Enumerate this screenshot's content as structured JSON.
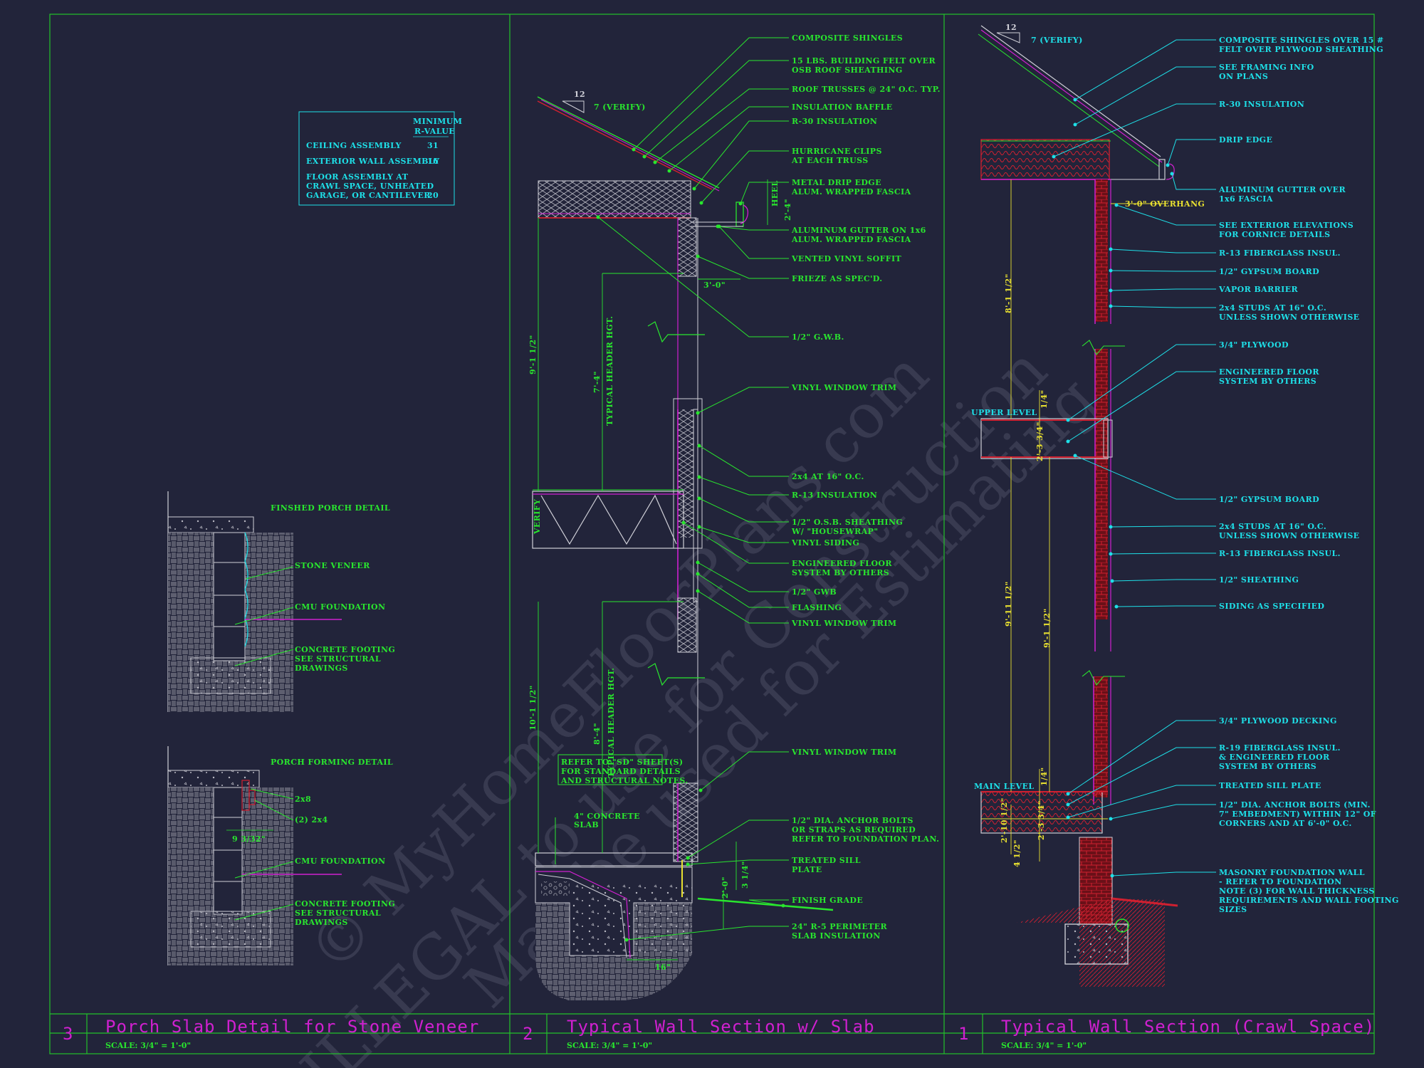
{
  "colors": {
    "background": "#22243a",
    "frame": "#22c22a",
    "green_text": "#29e62e",
    "cyan_text": "#1ee0e8",
    "magenta": "#d020d0",
    "red": "#d02030",
    "yellow": "#e8e030",
    "white": "#c8c8c8",
    "watermark": "#4a4c62"
  },
  "panels": [
    {
      "number": "3",
      "title": "Porch Slab Detail for Stone Veneer",
      "scale": "SCALE: 3/4\" = 1'-0\""
    },
    {
      "number": "2",
      "title": "Typical Wall Section w/ Slab",
      "scale": "SCALE: 3/4\" = 1'-0\""
    },
    {
      "number": "1",
      "title": "Typical Wall Section (Crawl Space)",
      "scale": "SCALE: 3/4\" = 1'-0\""
    }
  ],
  "rvalue_table": {
    "header_line1": "MINIMUM",
    "header_line2": "R-VALUE",
    "rows": [
      {
        "label_lines": [
          "CEILING ASSEMBLY"
        ],
        "value": "31"
      },
      {
        "label_lines": [
          "EXTERIOR WALL ASSEMBLY"
        ],
        "value": "16"
      },
      {
        "label_lines": [
          "FLOOR ASSEMBLY AT",
          "CRAWL SPACE, UNHEATED",
          "GARAGE, OR CANTILEVER"
        ],
        "value": "20"
      }
    ]
  },
  "porch_finished": {
    "title": "FINSHED PORCH DETAIL",
    "labels": [
      {
        "lines": [
          "STONE VENEER"
        ]
      },
      {
        "lines": [
          "CMU FOUNDATION"
        ]
      },
      {
        "lines": [
          "CONCRETE FOOTING",
          "SEE STRUCTURAL",
          "DRAWINGS"
        ]
      }
    ]
  },
  "porch_forming": {
    "title": "PORCH FORMING DETAIL",
    "labels": [
      {
        "lines": [
          "2x8"
        ]
      },
      {
        "lines": [
          "(2) 2x4"
        ]
      },
      {
        "lines": [
          "CMU FOUNDATION"
        ]
      },
      {
        "lines": [
          "CONCRETE FOOTING",
          "SEE STRUCTURAL",
          "DRAWINGS"
        ]
      }
    ],
    "dimension": "9 3/32\""
  },
  "section_slab": {
    "pitch_rise": "12",
    "pitch_run": "7 (VERIFY)",
    "labels": [
      {
        "lines": [
          "COMPOSITE SHINGLES"
        ]
      },
      {
        "lines": [
          "15 LBS. BUILDING FELT OVER",
          "OSB ROOF SHEATHING"
        ]
      },
      {
        "lines": [
          "ROOF TRUSSES @ 24\" O.C. TYP."
        ]
      },
      {
        "lines": [
          "INSULATION BAFFLE"
        ]
      },
      {
        "lines": [
          "R-30 INSULATION"
        ]
      },
      {
        "lines": [
          "HURRICANE CLIPS",
          "AT EACH TRUSS"
        ]
      },
      {
        "lines": [
          "METAL DRIP EDGE",
          "ALUM. WRAPPED FASCIA"
        ]
      },
      {
        "lines": [
          "ALUMINUM GUTTER ON 1x6",
          "ALUM. WRAPPED FASCIA"
        ]
      },
      {
        "lines": [
          "VENTED VINYL SOFFIT"
        ]
      },
      {
        "lines": [
          "FRIEZE AS SPEC'D."
        ]
      },
      {
        "lines": [
          "1/2\" G.W.B."
        ]
      },
      {
        "lines": [
          "VINYL WINDOW TRIM"
        ]
      },
      {
        "lines": [
          "2x4 AT 16\" O.C."
        ]
      },
      {
        "lines": [
          "R-13 INSULATION"
        ]
      },
      {
        "lines": [
          "1/2\" O.S.B. SHEATHING",
          "W/ \"HOUSEWRAP\""
        ]
      },
      {
        "lines": [
          "VINYL SIDING"
        ]
      },
      {
        "lines": [
          "ENGINEERED FLOOR",
          "SYSTEM BY OTHERS"
        ]
      },
      {
        "lines": [
          "1/2\" GWB"
        ]
      },
      {
        "lines": [
          "FLASHING"
        ]
      },
      {
        "lines": [
          "VINYL WINDOW TRIM"
        ]
      },
      {
        "lines": [
          "VINYL WINDOW TRIM"
        ]
      },
      {
        "lines": [
          "1/2\" DIA. ANCHOR BOLTS",
          "OR STRAPS AS REQUIRED",
          "REFER TO FOUNDATION PLAN."
        ]
      },
      {
        "lines": [
          "TREATED SILL",
          "PLATE"
        ]
      },
      {
        "lines": [
          "FINISH GRADE"
        ]
      },
      {
        "lines": [
          "24\" R-5 PERIMETER",
          "SLAB INSULATION"
        ]
      }
    ],
    "dims": {
      "heel": "HEEL",
      "heel_val": "2'-4\"",
      "overhang": "3'-0\"",
      "upper_height": "9'-1 1/2\"",
      "header_upper": "7'-4\"",
      "header_upper_label": "TYPICAL HEADER HGT.",
      "verify": "VERIFY",
      "lower_height": "10'-1 1/2\"",
      "header_lower": "8'-4\"",
      "header_lower_label": "TYPICAL HEADER HGT.",
      "slab_drop": "2'-0\"",
      "slab_edge": "3 1/4\"",
      "footing": "16\""
    },
    "note_lines": [
      "REFER TO \"SD\" SHEET(S)",
      "FOR STANDARD DETAILS",
      "AND STRUCTURAL NOTES."
    ],
    "concrete_slab_lines": [
      "4\" CONCRETE",
      "SLAB"
    ]
  },
  "section_crawl": {
    "pitch_rise": "12",
    "pitch_run": "7 (VERIFY)",
    "labels": [
      {
        "lines": [
          "COMPOSITE SHINGLES OVER 15 #",
          "FELT OVER PLYWOOD SHEATHING"
        ]
      },
      {
        "lines": [
          "SEE FRAMING INFO",
          "ON PLANS"
        ]
      },
      {
        "lines": [
          "R-30 INSULATION"
        ]
      },
      {
        "lines": [
          "DRIP EDGE"
        ]
      },
      {
        "lines": [
          "ALUMINUM GUTTER OVER",
          "1x6 FASCIA"
        ]
      },
      {
        "lines": [
          "SEE EXTERIOR ELEVATIONS",
          "FOR CORNICE DETAILS"
        ]
      },
      {
        "lines": [
          "R-13 FIBERGLASS INSUL."
        ]
      },
      {
        "lines": [
          "1/2\" GYPSUM BOARD"
        ]
      },
      {
        "lines": [
          "VAPOR BARRIER"
        ]
      },
      {
        "lines": [
          "2x4 STUDS AT 16\" O.C.",
          "UNLESS SHOWN OTHERWISE"
        ]
      },
      {
        "lines": [
          "3/4\" PLYWOOD"
        ]
      },
      {
        "lines": [
          "ENGINEERED FLOOR",
          "SYSTEM BY OTHERS"
        ]
      },
      {
        "lines": [
          "1/2\" GYPSUM BOARD"
        ]
      },
      {
        "lines": [
          "2x4 STUDS AT 16\" O.C.",
          "UNLESS SHOWN OTHERWISE"
        ]
      },
      {
        "lines": [
          "R-13 FIBERGLASS INSUL."
        ]
      },
      {
        "lines": [
          "1/2\" SHEATHING"
        ]
      },
      {
        "lines": [
          "SIDING AS SPECIFIED"
        ]
      },
      {
        "lines": [
          "3/4\" PLYWOOD DECKING"
        ]
      },
      {
        "lines": [
          "R-19 FIBERGLASS INSUL.",
          "& ENGINEERED FLOOR",
          "SYSTEM BY OTHERS"
        ]
      },
      {
        "lines": [
          "TREATED SILL PLATE"
        ]
      },
      {
        "lines": [
          "1/2\" DIA. ANCHOR BOLTS (MIN.",
          "7\" EMBEDMENT) WITHIN 12\" OF",
          "CORNERS AND AT 6'-0\" O.C."
        ]
      },
      {
        "lines": [
          "MASONRY FOUNDATION WALL",
          "- REFER TO FOUNDATION",
          "NOTE (3) FOR WALL THICKNESS",
          "REQUIREMENTS AND WALL FOOTING",
          "SIZES"
        ]
      }
    ],
    "dims": {
      "overhang": "3'-0\" OVERHANG",
      "upper_level": "UPPER LEVEL",
      "main_level": "MAIN LEVEL",
      "upper_height": "8'-1 1/2\"",
      "floor_depth_upper": "2'-3 3/4\"",
      "upper_quarter": "1/4\"",
      "main_total": "9'-11 1/2\"",
      "main_plate": "9'-1 1/2\"",
      "floor_depth_main": "2'-3 3/4\"",
      "main_quarter": "1/4\"",
      "crawl_a": "2'-10 1/2\"",
      "crawl_b": "4 1/2\""
    }
  },
  "watermark_lines": [
    "© MyHomeFloorPlans.com",
    "ILLEGAL to use for Construction",
    "May be used for Estimating"
  ]
}
